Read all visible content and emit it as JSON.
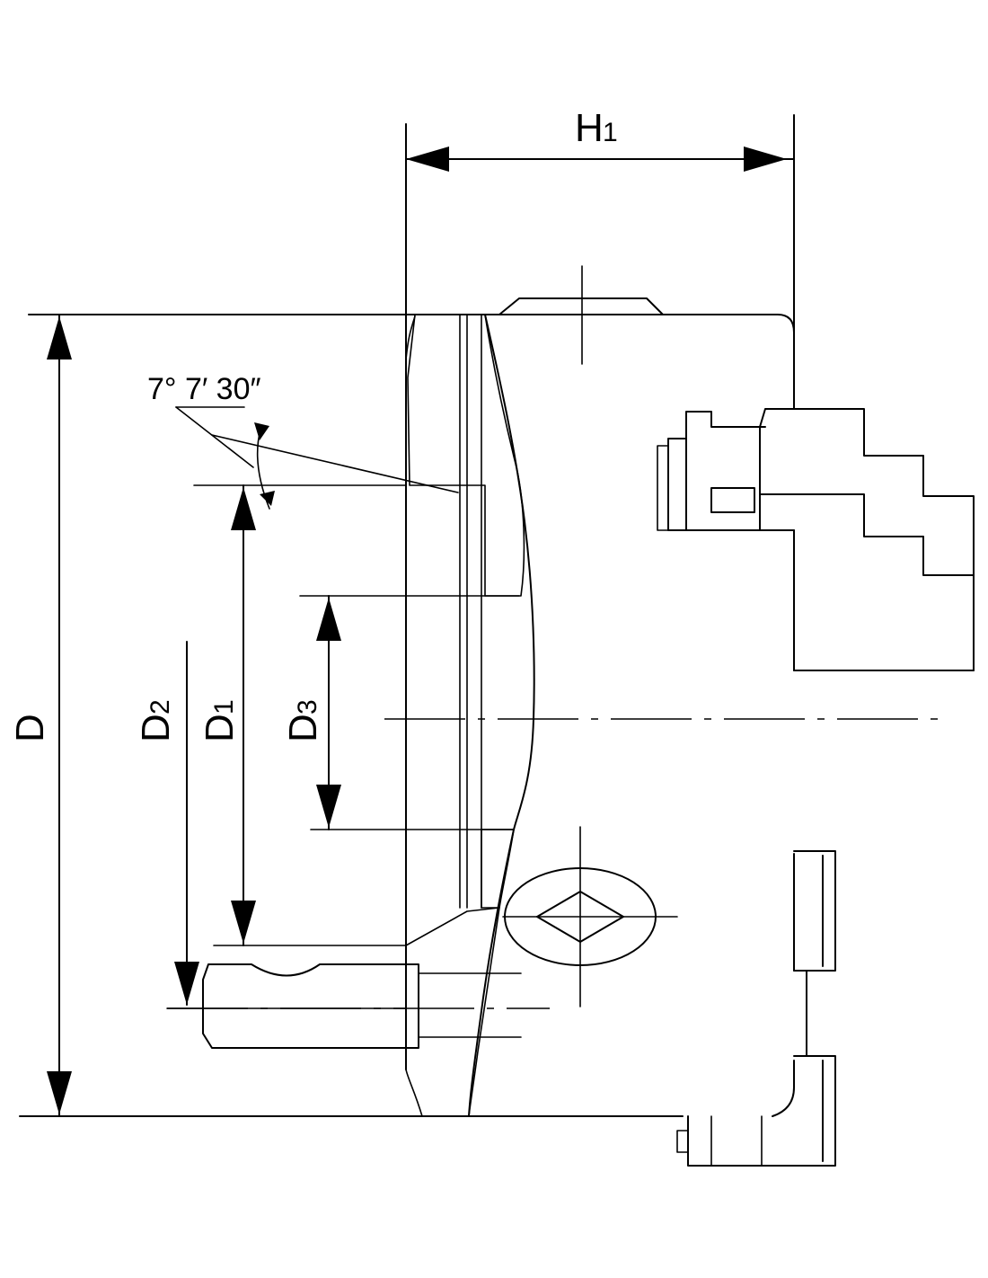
{
  "labels": {
    "h": "H",
    "h_sub": "1",
    "d": "D",
    "d1": "D",
    "d1_sub": "1",
    "d2": "D",
    "d2_sub": "2",
    "d3": "D",
    "d3_sub": "3",
    "angle": "7° 7′ 30″"
  }
}
